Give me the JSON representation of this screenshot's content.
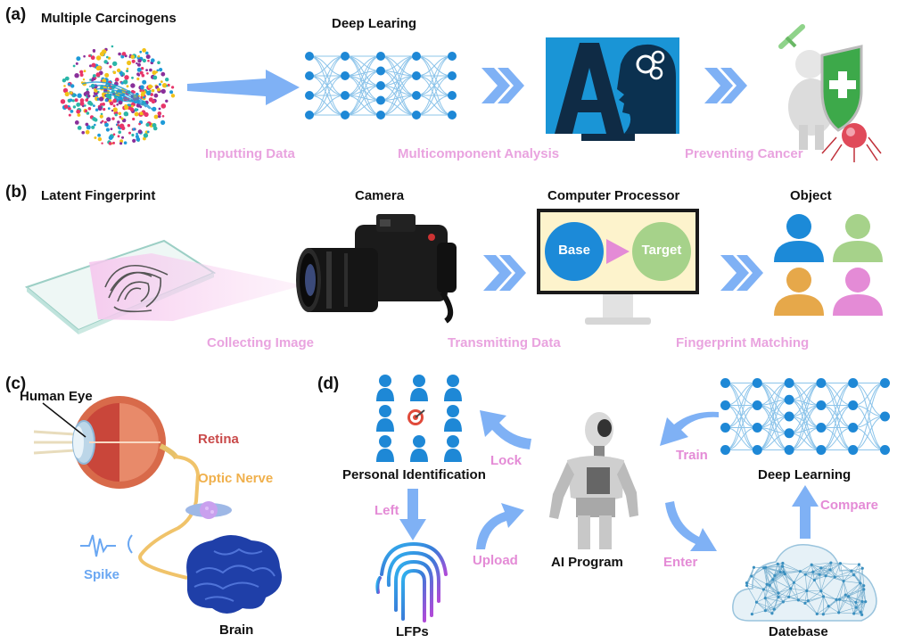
{
  "panel_a": {
    "label": "(a)",
    "title_carcinogens": "Multiple Carcinogens",
    "title_deep": "Deep Learing",
    "step_inputting": "Inputting Data",
    "step_analysis": "Multicomponent Analysis",
    "step_preventing": "Preventing Cancer"
  },
  "panel_b": {
    "label": "(b)",
    "title_fingerprint": "Latent Fingerprint",
    "title_camera": "Camera",
    "title_processor": "Computer Processor",
    "title_object": "Object",
    "base": "Base",
    "target": "Target",
    "step_collecting": "Collecting Image",
    "step_transmitting": "Transmitting Data",
    "step_matching": "Fingerprint Matching"
  },
  "panel_c": {
    "label": "(c)",
    "human_eye": "Human Eye",
    "retina": "Retina",
    "optic_nerve": "Optic Nerve",
    "spike": "Spike",
    "brain": "Brain"
  },
  "panel_d": {
    "label": "(d)",
    "personal_identification": "Personal Identification",
    "lock": "Lock",
    "left": "Left",
    "lfps": "LFPs",
    "upload": "Upload",
    "ai_program": "AI Program",
    "train": "Train",
    "enter": "Enter",
    "deep_learning": "Deep Learning",
    "compare": "Compare",
    "database": "Datebase"
  },
  "colors": {
    "arrow_blue": "#7fb1f5",
    "node_blue": "#1e88d6",
    "pink_label": "#e9a3df",
    "base_circle": "#1c8ad8",
    "target_circle": "#a6d28a",
    "screen_bg": "#fdf3cc"
  }
}
